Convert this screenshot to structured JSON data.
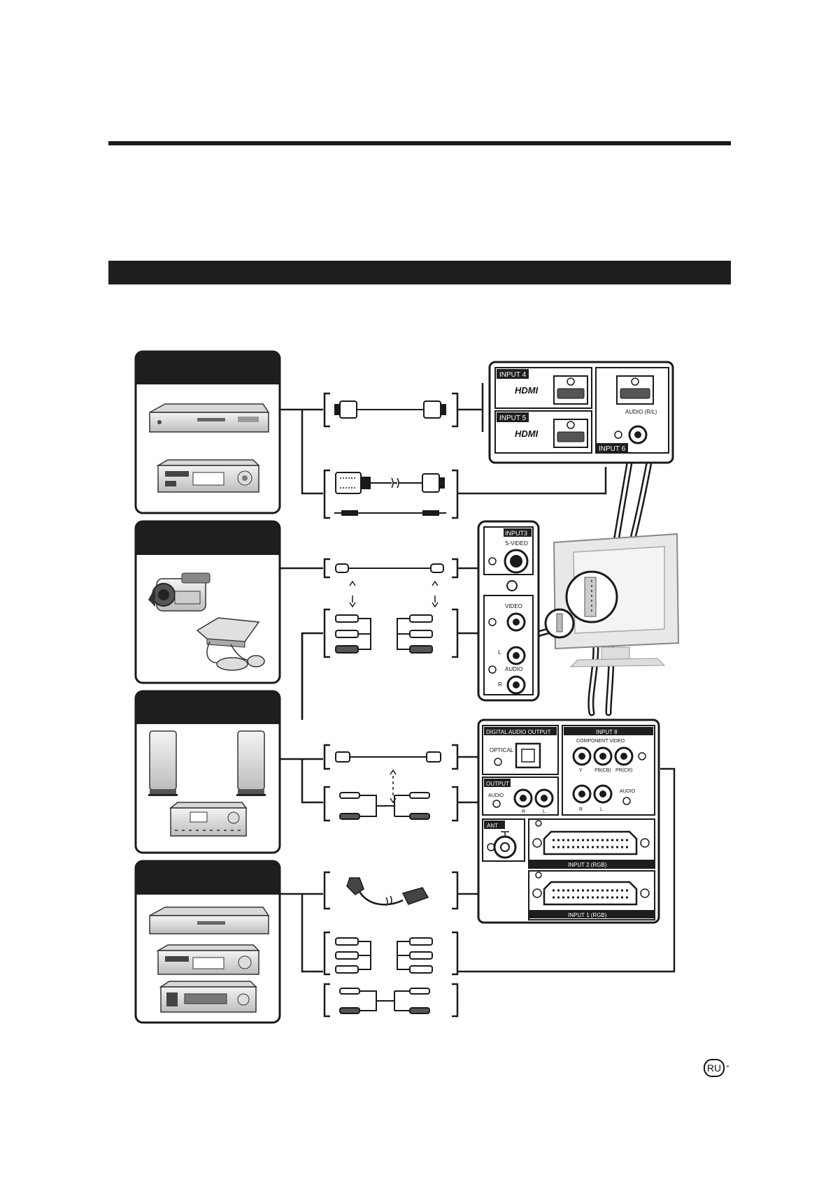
{
  "tv_panel": {
    "input4": "INPUT 4",
    "input5": "INPUT 5",
    "input6": "INPUT 6",
    "hdmi_logo": "HDMI",
    "audio_rl": "AUDIO (R/L)",
    "input3": "INPUT3",
    "svideo": "S-VIDEO",
    "video": "VIDEO",
    "audio": "AUDIO",
    "l": "L",
    "r": "R",
    "digital_audio_output": "DIGITAL  AUDIO  OUTPUT",
    "optical": "OPTICAL",
    "output": "OUTPUT",
    "input8": "INPUT  8",
    "component_video": "COMPONENT  VIDEO",
    "y": "Y",
    "pb": "PB(CB)",
    "pr": "PR(CR)",
    "ant": "ANT",
    "input2_rgb": "INPUT  2  (RGB)",
    "input1_rgb": "INPUT  1  (RGB)"
  },
  "footer": {
    "lang": "RU",
    "dash": "-"
  },
  "colors": {
    "ink": "#1a1a1a",
    "panel_fill": "#ffffff",
    "device_fill": "#e6e6e6"
  }
}
